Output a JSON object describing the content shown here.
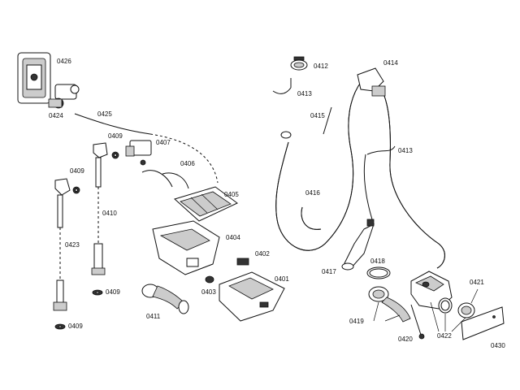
{
  "labels": {
    "p0426": "0426",
    "p0424": "0424",
    "p0425": "0425",
    "p0409a": "0409",
    "p0409b": "0409",
    "p0409c": "0409",
    "p0409d": "0409",
    "p0407": "0407",
    "p0406": "0406",
    "p0405": "0405",
    "p0404": "0404",
    "p0410": "0410",
    "p0423": "0423",
    "p0411": "0411",
    "p0403": "0403",
    "p0402": "0402",
    "p0401": "0401",
    "p0412": "0412",
    "p0413a": "0413",
    "p0413b": "0413",
    "p0414": "0414",
    "p0415": "0415",
    "p0416": "0416",
    "p0417": "0417",
    "p0418": "0418",
    "p0419": "0419",
    "p0420": "0420",
    "p0421": "0421",
    "p0422": "0422",
    "p0430": "0430"
  }
}
